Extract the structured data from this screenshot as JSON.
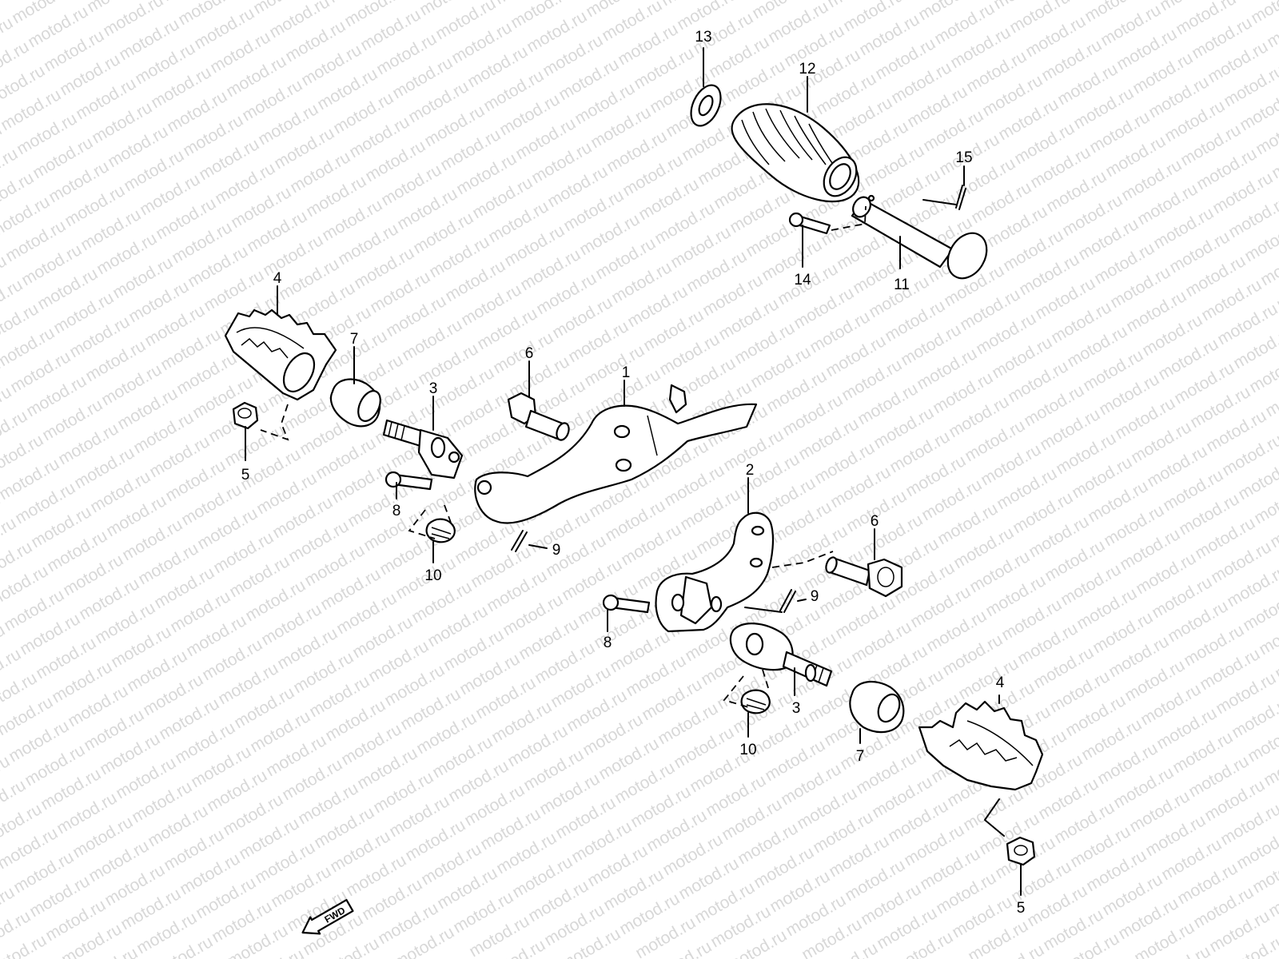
{
  "watermark": "motod.ru",
  "direction_marker": "FWD",
  "callouts": [
    {
      "id": "c1",
      "label": "1"
    },
    {
      "id": "c2",
      "label": "2"
    },
    {
      "id": "c3a",
      "label": "3"
    },
    {
      "id": "c3b",
      "label": "3"
    },
    {
      "id": "c4a",
      "label": "4"
    },
    {
      "id": "c4b",
      "label": "4"
    },
    {
      "id": "c5a",
      "label": "5"
    },
    {
      "id": "c5b",
      "label": "5"
    },
    {
      "id": "c6a",
      "label": "6"
    },
    {
      "id": "c6b",
      "label": "6"
    },
    {
      "id": "c7a",
      "label": "7"
    },
    {
      "id": "c7b",
      "label": "7"
    },
    {
      "id": "c8a",
      "label": "8"
    },
    {
      "id": "c8b",
      "label": "8"
    },
    {
      "id": "c9a",
      "label": "9"
    },
    {
      "id": "c9b",
      "label": "9"
    },
    {
      "id": "c10a",
      "label": "10"
    },
    {
      "id": "c10b",
      "label": "10"
    },
    {
      "id": "c11",
      "label": "11"
    },
    {
      "id": "c12",
      "label": "12"
    },
    {
      "id": "c13",
      "label": "13"
    },
    {
      "id": "c14",
      "label": "14"
    },
    {
      "id": "c15",
      "label": "15"
    }
  ]
}
